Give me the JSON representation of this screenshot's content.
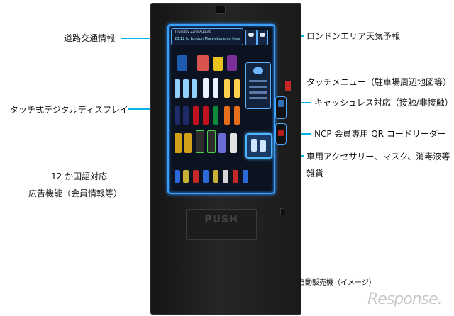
{
  "labels": {
    "traffic_info": "道路交通情報",
    "touch_display": "タッチ式デジタルディスプレイ",
    "languages": "12 か国語対応",
    "ads": "広告機能（会員情報等）",
    "london_weather": "ロンドンエリア天気予報",
    "touch_menu": "タッチメニュー（駐車場周辺地図等）",
    "cashless": "キャッシュレス対応（接触/非接触）",
    "qr_reader": "NCP 会員専用 QR コードリーダー",
    "goods_line1": "車用アクセサリー、マスク、消毒液等",
    "goods_line2": "雑貨",
    "caption": "自動販売機（イメージ）"
  },
  "screen": {
    "date_text": "Thursday 22nd August",
    "traffic_text": "23:12 to London Marylebone on time"
  },
  "machine": {
    "push_label": "PUSH"
  },
  "watermark": "Response."
}
